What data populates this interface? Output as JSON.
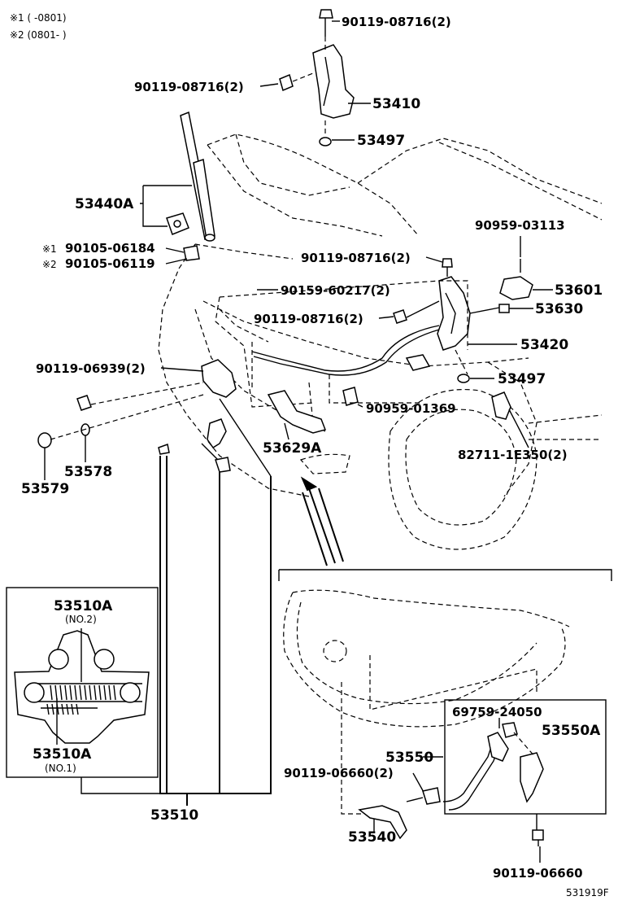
{
  "notes": {
    "note1": "※1 (      -0801)",
    "note2": "※2 (0801-      )"
  },
  "labels": {
    "p_90119_08716_top": "90119-08716(2)",
    "p_90119_08716_left": "90119-08716(2)",
    "p_53410": "53410",
    "p_53497_top": "53497",
    "p_53440A": "53440A",
    "p_90105_06184": "90105-06184",
    "p_90105_06119": "90105-06119",
    "mark1": "※1",
    "mark2": "※2",
    "p_90959_03113": "90959-03113",
    "p_90119_08716_mid": "90119-08716(2)",
    "p_53601": "53601",
    "p_90159_60217": "90159-60217(2)",
    "p_53630": "53630",
    "p_90119_08716_lower": "90119-08716(2)",
    "p_53420": "53420",
    "p_90119_06939": "90119-06939(2)",
    "p_53497_mid": "53497",
    "p_90959_01369": "90959-01369",
    "p_53629A": "53629A",
    "p_82711_1E350": "82711-1E350(2)",
    "p_53578": "53578",
    "p_53579": "53579",
    "p_53510A_no2": "53510A",
    "no2": "(NO.2)",
    "p_53510A_no1": "53510A",
    "no1": "(NO.1)",
    "p_53510": "53510",
    "p_69759_24050": "69759-24050",
    "p_53550A": "53550A",
    "p_53550": "53550",
    "p_90119_06660_left": "90119-06660(2)",
    "p_53540": "53540",
    "p_90119_06660_bottom": "90119-06660",
    "figure_id": "531919F"
  }
}
